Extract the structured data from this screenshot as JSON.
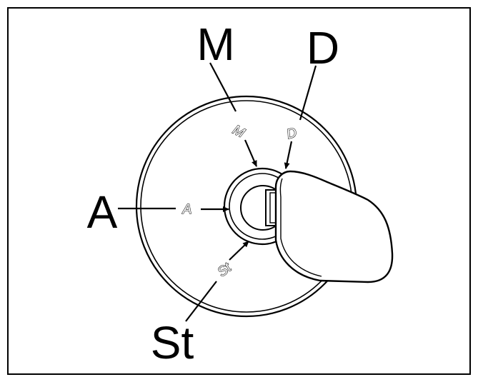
{
  "callouts": {
    "m": "M",
    "d": "D",
    "a": "A",
    "st": "St"
  },
  "dial_labels": {
    "m": "M",
    "d": "D",
    "a": "A",
    "st": "St"
  },
  "colors": {
    "ink": "#000000",
    "paper": "#ffffff"
  }
}
